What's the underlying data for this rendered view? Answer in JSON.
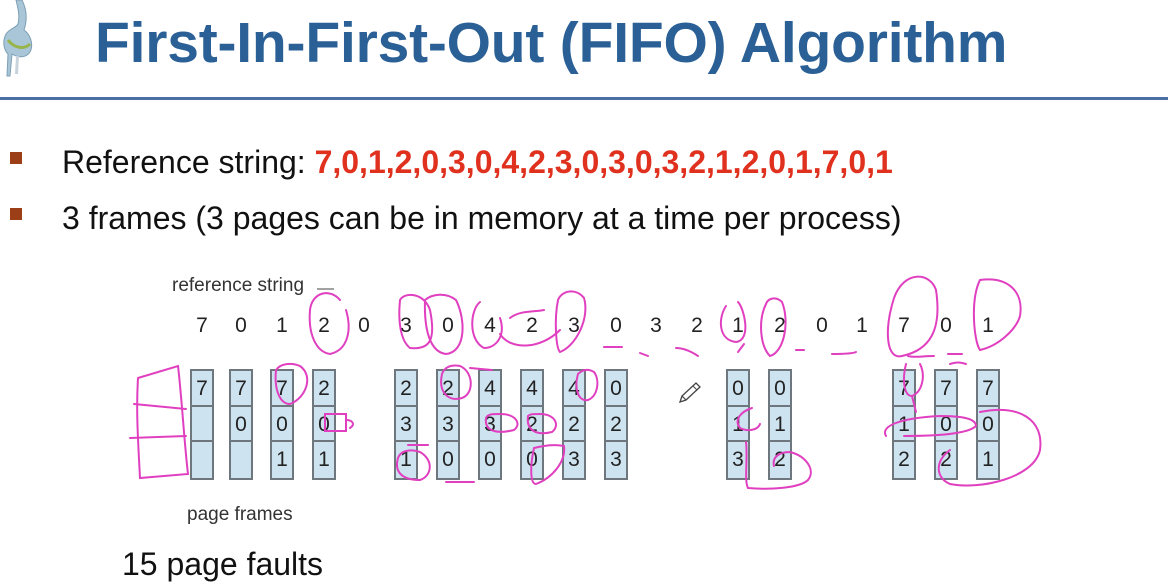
{
  "slide": {
    "title": "First-In-First-Out (FIFO) Algorithm",
    "bullets": [
      {
        "label": "Reference string: ",
        "value": "7,0,1,2,0,3,0,4,2,3,0,3,0,3,2,1,2,0,1,7,0,1"
      },
      {
        "label": "3 frames (3 pages can be in memory at a time per process)",
        "value": ""
      }
    ],
    "colors": {
      "title": "#2a6096",
      "reference_values": "#e0301e",
      "bullet": "#9c3f16",
      "frame_fill": "#cde3f0",
      "annotation_ink": "#e040c0"
    }
  },
  "diagram": {
    "reference_label": "reference string",
    "frames_label": "page frames",
    "reference_string": [
      "7",
      "0",
      "1",
      "2",
      "0",
      "3",
      "0",
      "4",
      "2",
      "3",
      "0",
      "3",
      "2",
      "1",
      "2",
      "0",
      "1",
      "7",
      "0",
      "1"
    ],
    "frame_columns": [
      {
        "ref_index": 0,
        "frames": [
          "7",
          "",
          ""
        ]
      },
      {
        "ref_index": 1,
        "frames": [
          "7",
          "0",
          ""
        ]
      },
      {
        "ref_index": 2,
        "frames": [
          "7",
          "0",
          "1"
        ]
      },
      {
        "ref_index": 3,
        "frames": [
          "2",
          "0",
          "1"
        ]
      },
      {
        "ref_index": 5,
        "frames": [
          "2",
          "3",
          "1"
        ]
      },
      {
        "ref_index": 6,
        "frames": [
          "2",
          "3",
          "0"
        ]
      },
      {
        "ref_index": 7,
        "frames": [
          "4",
          "3",
          "0"
        ]
      },
      {
        "ref_index": 8,
        "frames": [
          "4",
          "2",
          "0"
        ]
      },
      {
        "ref_index": 9,
        "frames": [
          "4",
          "2",
          "3"
        ]
      },
      {
        "ref_index": 10,
        "frames": [
          "0",
          "2",
          "3"
        ]
      },
      {
        "ref_index": 13,
        "frames": [
          "0",
          "1",
          "3"
        ]
      },
      {
        "ref_index": 14,
        "frames": [
          "0",
          "1",
          "2"
        ]
      },
      {
        "ref_index": 17,
        "frames": [
          "7",
          "1",
          "2"
        ]
      },
      {
        "ref_index": 18,
        "frames": [
          "7",
          "0",
          "2"
        ]
      },
      {
        "ref_index": 19,
        "frames": [
          "7",
          "0",
          "1"
        ]
      }
    ]
  },
  "summary": {
    "page_faults": "15 page faults"
  },
  "icons": {
    "logo": "dinosaur-logo-icon",
    "cursor": "pencil-icon"
  }
}
